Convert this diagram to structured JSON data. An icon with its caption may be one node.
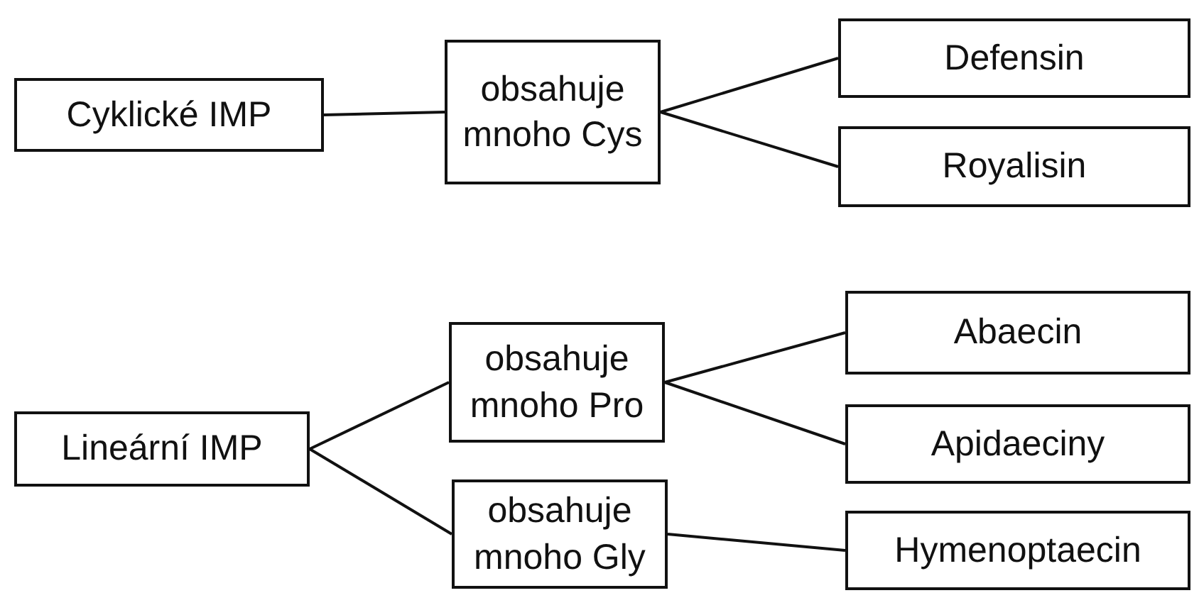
{
  "diagram": {
    "nodes": [
      {
        "text": [
          "Cyklické IMP"
        ]
      },
      {
        "text": [
          "obsahuje mnoho Cys"
        ]
      },
      {
        "text": [
          "Defensin"
        ]
      },
      {
        "text": [
          "Royalisin"
        ]
      },
      {
        "text": [
          "Lineární IMP"
        ]
      },
      {
        "text": [
          "obsahuje mnoho Pro"
        ]
      },
      {
        "text": [
          "Abaecin"
        ]
      },
      {
        "text": [
          "Apidaeciny"
        ]
      },
      {
        "text": [
          "obsahuje mnoho Gly"
        ]
      },
      {
        "text": [
          "Hymenoptaecin"
        ]
      }
    ],
    "edges": [
      {
        "from": 0,
        "to": 1,
        "arrow": "none"
      },
      {
        "from": 1,
        "to": 2,
        "arrow": "none"
      },
      {
        "from": 1,
        "to": 3,
        "arrow": "none"
      },
      {
        "from": 4,
        "to": 5,
        "arrow": "none"
      },
      {
        "from": 4,
        "to": 8,
        "arrow": "none"
      },
      {
        "from": 5,
        "to": 6,
        "arrow": "none"
      },
      {
        "from": 5,
        "to": 7,
        "arrow": "none"
      },
      {
        "from": 8,
        "to": 9,
        "arrow": "none"
      }
    ]
  }
}
